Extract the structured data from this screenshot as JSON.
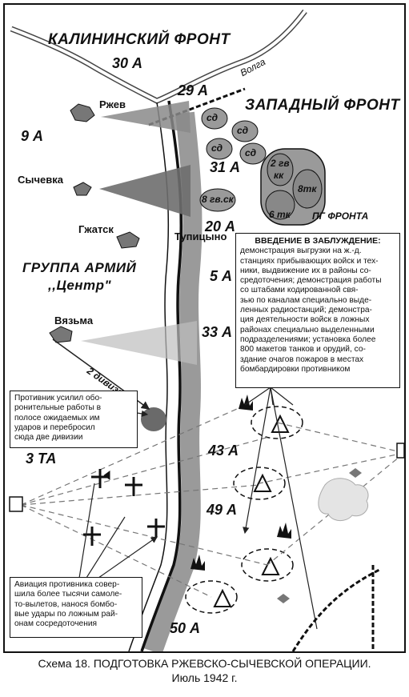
{
  "fronts": {
    "kalinin": "КАЛИНИНСКИЙ ФРОНТ",
    "western": "ЗАПАДНЫЙ ФРОНТ"
  },
  "river": "Волга",
  "group": {
    "line1": "ГРУППА АРМИЙ",
    "line2": ",,Центр\""
  },
  "cities": {
    "rzhev": "Ржев",
    "sychevka": "Сычевка",
    "gzhatsk": "Гжатск",
    "tupitsyno": "Тупицыно",
    "vyazma": "Вязьма"
  },
  "armies": {
    "a30": "30 А",
    "a29": "29 А",
    "a9": "9 А",
    "a31": "31 А",
    "a20": "20 А",
    "a5": "5 А",
    "a33": "33 А",
    "a43": "43 А",
    "a49": "49 А",
    "a50": "50 А",
    "ta3": "3 ТА"
  },
  "units": {
    "sd1": "сд",
    "sd2": "сд",
    "sd3": "сд",
    "sd4": "сд",
    "gvsk": "8 гв.ск",
    "gvkk_line1": "2 гв",
    "gvkk_line2": "кк",
    "tk8": "8тк",
    "tk6": "6 тк",
    "pg_front": "ПГ ФРОНТА"
  },
  "reserve_label": "2 дивизии",
  "notes": {
    "deception_title": "ВВЕДЕНИЕ В ЗАБЛУЖДЕНИЕ:",
    "deception_lines": [
      "демонстрация выгрузки на ж.-д.",
      "станциях прибывающих войск и тех-",
      "ники, выдвижение их в районы со-",
      "средоточения; демонстрация работы",
      "со штабами кодированной свя-",
      "зью по каналам специально выде-",
      "ленных радиостанций; демонстра-",
      "ция деятельности войск в ложных",
      "районах специально выделенными",
      "подразделениями; установка более",
      "800 макетов танков и орудий, со-",
      "здание очагов пожаров в местах",
      "бомбардировки противником"
    ],
    "enemy_lines": [
      "Противник усилил обо-",
      "ронительные работы в",
      "полосе ожидаемых им",
      "ударов и перебросил",
      "сюда две дивизии"
    ],
    "aviation_lines": [
      "Авиация противника совер-",
      "шила более тысячи самоле-",
      "то-вылетов, нанося бомбо-",
      "вые удары по ложным рай-",
      "онам сосредоточения"
    ]
  },
  "caption": {
    "line1": "Схема 18. ПОДГОТОВКА РЖЕВСКО-СЫЧЕВСКОЙ ОПЕРАЦИИ.",
    "line2": "Июль 1942 г."
  }
}
